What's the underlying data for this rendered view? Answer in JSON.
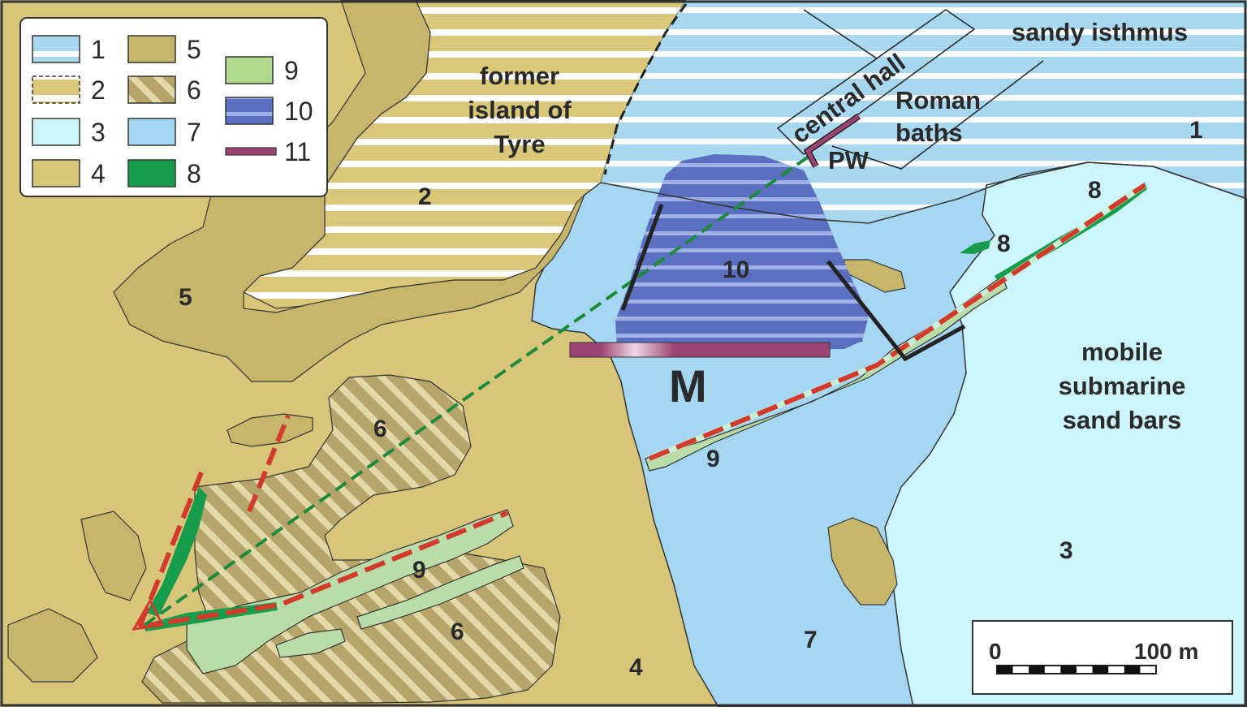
{
  "labels": {
    "sandy_isthmus": "sandy isthmus",
    "former_island_1": "former",
    "former_island_2": "island of",
    "former_island_3": "Tyre",
    "central_hall": "central hall",
    "roman_baths_1": "Roman",
    "roman_baths_2": "baths",
    "pw": "PW",
    "m": "M",
    "mobile_1": "mobile",
    "mobile_2": "submarine",
    "mobile_3": "sand bars"
  },
  "zone_numbers": {
    "z1": "1",
    "z2": "2",
    "z3": "3",
    "z4": "4",
    "z5": "5",
    "z6a": "6",
    "z6b": "6",
    "z7": "7",
    "z8a": "8",
    "z8b": "8",
    "z9a": "9",
    "z9b": "9",
    "z10": "10"
  },
  "legend": [
    {
      "label": "1",
      "pattern": "sand-water-stripes",
      "color": "#a8d8f0"
    },
    {
      "label": "2",
      "pattern": "sand-stripes",
      "color": "#d9c77a"
    },
    {
      "label": "3",
      "color": "#ccf6fb"
    },
    {
      "label": "4",
      "color": "#d7c67a"
    },
    {
      "label": "5",
      "color": "#c6b66b"
    },
    {
      "label": "6",
      "pattern": "diagonal-hatch",
      "color": "#b8a86a"
    },
    {
      "label": "7",
      "color": "#a5d7f3"
    },
    {
      "label": "8",
      "color": "#169c4a"
    },
    {
      "label": "9",
      "color": "#b3d98e"
    },
    {
      "label": "10",
      "pattern": "blue-stripes",
      "color": "#4f63b5"
    },
    {
      "label": "11",
      "color": "#9c4473"
    }
  ],
  "scale_bar": {
    "start": "0",
    "end": "100 m"
  },
  "colors": {
    "land": "#d7c67a",
    "beachrock": "#c6b66b",
    "shallow": "#a5d7f3",
    "sandbar": "#ccf6fb",
    "ridge": "#b9dca9",
    "dark_green": "#169c4a",
    "mole_red": "#d23a2c",
    "sight_green": "#1e8a3c",
    "purple": "#9c4473"
  }
}
